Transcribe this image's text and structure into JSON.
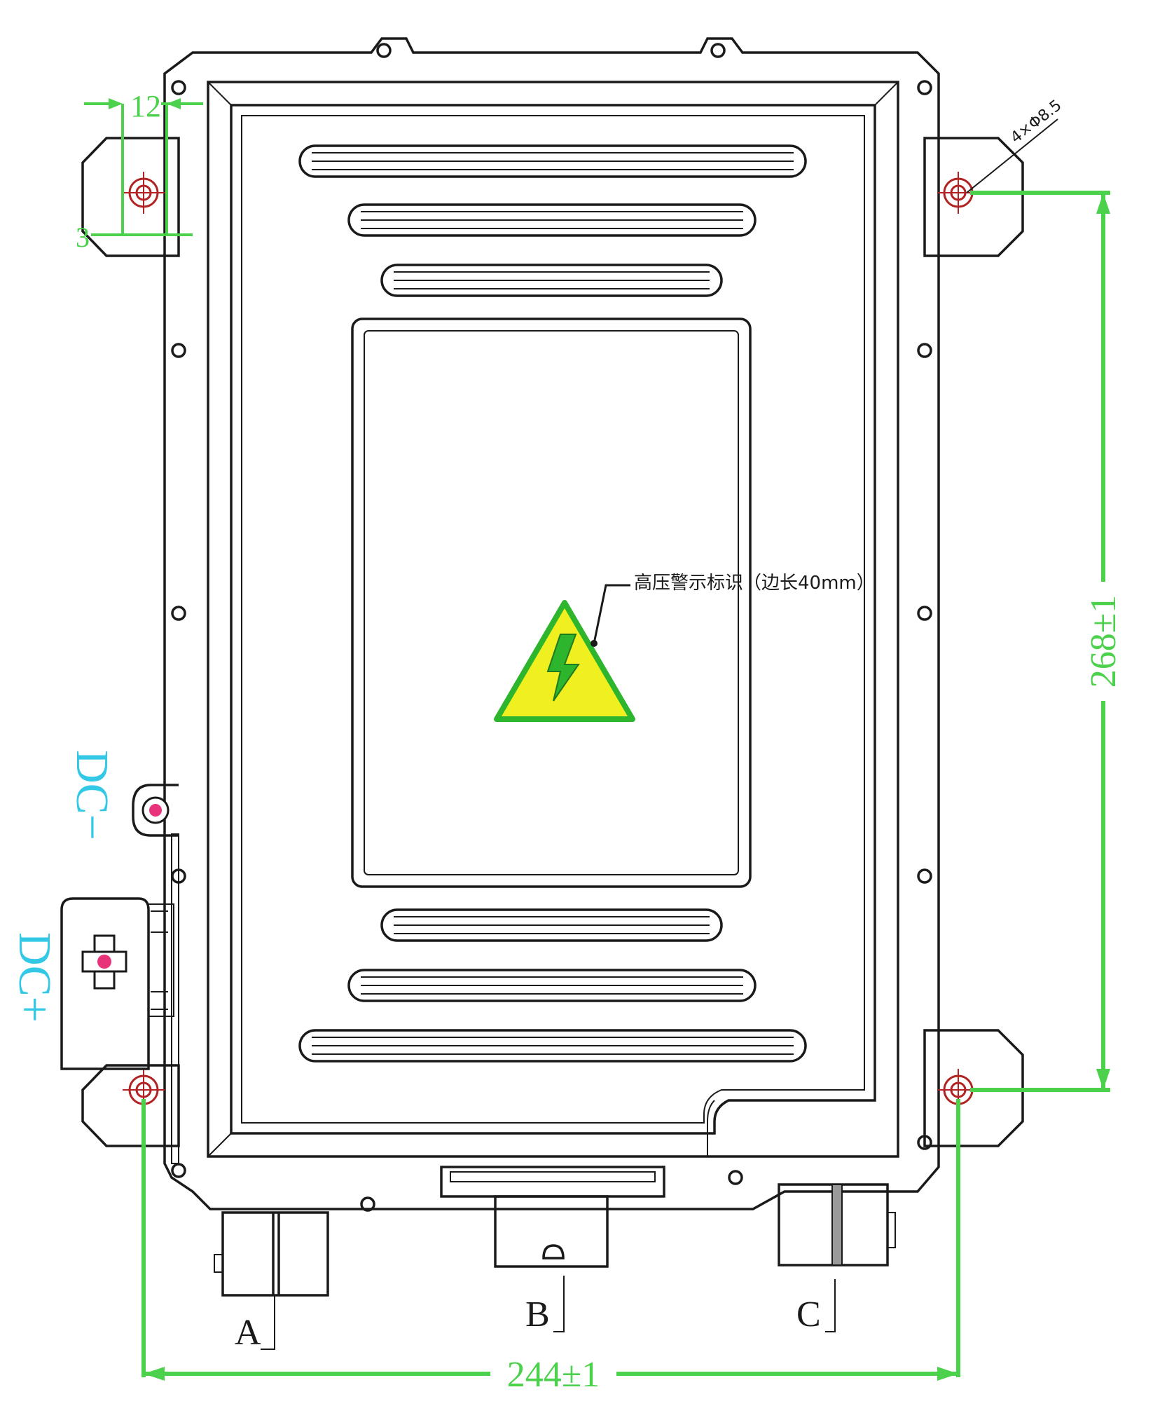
{
  "dimensions": {
    "overall_width": "244±1",
    "overall_height": "268±1",
    "ear_width": "12",
    "ear_offset": "3",
    "hole_spec": "4×Φ8.5"
  },
  "terminals": {
    "dc_minus": "DC−",
    "dc_plus": "DC+"
  },
  "connectors": {
    "a": "A",
    "b": "B",
    "c": "C"
  },
  "warning": {
    "note": "高压警示标识（边长40mm）",
    "icon": "high-voltage-warning-icon",
    "colors": {
      "fill": "#f0f020",
      "border": "#2db52d"
    }
  },
  "colors": {
    "outline": "#1a1a1a",
    "dimension": "#4cd14c",
    "dc_label": "#33c9e6",
    "mount_hole": "#b22222"
  }
}
